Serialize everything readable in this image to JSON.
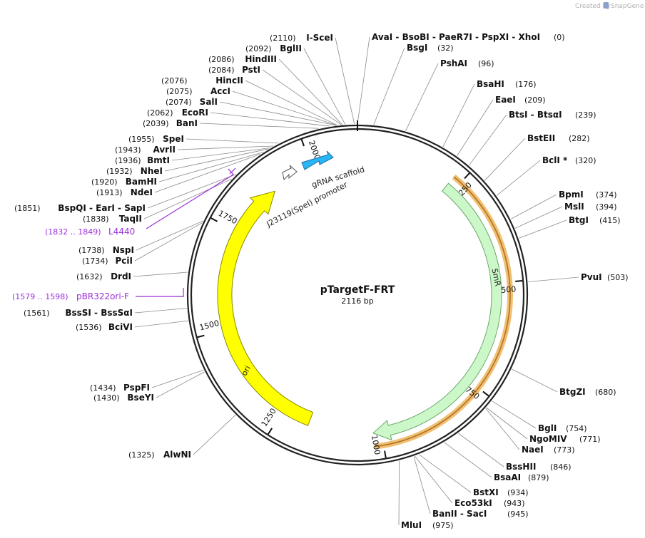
{
  "credit": {
    "prefix": "Created by",
    "brand": "SnapGene"
  },
  "plasmid": {
    "name": "pTargetF-FRT",
    "size_label": "2116 bp",
    "length": 2116
  },
  "ticks": [
    {
      "pos": 250,
      "label": "250"
    },
    {
      "pos": 500,
      "label": "500"
    },
    {
      "pos": 750,
      "label": "750"
    },
    {
      "pos": 1000,
      "label": "1000"
    },
    {
      "pos": 1250,
      "label": "1250"
    },
    {
      "pos": 1500,
      "label": "1500"
    },
    {
      "pos": 1750,
      "label": "1750"
    },
    {
      "pos": 2000,
      "label": "2000"
    }
  ],
  "features": [
    {
      "name": "SmR",
      "start": 230,
      "end": 1020,
      "direction": "cw",
      "color": "#ccf7c9",
      "stroke": "#6aa86a",
      "label": "SmR"
    },
    {
      "name": "ori",
      "start": 1180,
      "end": 1890,
      "direction": "cw",
      "color": "#ffff00",
      "stroke": "#8a8a00",
      "label": "ori"
    },
    {
      "name": "gRNA scaffold",
      "start": 2060,
      "end": 2112,
      "direction": "cw",
      "color": "#29b6f6",
      "stroke": "#1a6fa0",
      "label": "gRNA scaffold"
    },
    {
      "name": "J23119(SpeI) promoter",
      "start": 1990,
      "end": 2026,
      "direction": "cw",
      "color": "#ffffff",
      "stroke": "#555555",
      "label": "J23119(SpeI) promoter"
    }
  ],
  "highlight": {
    "start": 230,
    "end": 1020,
    "color": "#f0c070"
  },
  "primers": [
    {
      "name": "L4440",
      "range": "(1832 .. 1849)",
      "pos": 1840
    },
    {
      "name": "pBR322ori-F",
      "range": "(1579 .. 1598)",
      "pos": 1588
    }
  ],
  "sites": [
    {
      "pos": 0,
      "labels": [
        "AvaI",
        "BsoBI",
        "PaeR7I",
        "PspXI",
        "XhoI"
      ],
      "num": "(0)"
    },
    {
      "pos": 32,
      "labels": [
        "BsgI"
      ],
      "num": "(32)"
    },
    {
      "pos": 96,
      "labels": [
        "PshAI"
      ],
      "num": "(96)"
    },
    {
      "pos": 176,
      "labels": [
        "BsaHI"
      ],
      "num": "(176)"
    },
    {
      "pos": 209,
      "labels": [
        "EaeI"
      ],
      "num": "(209)"
    },
    {
      "pos": 239,
      "labels": [
        "BtsI",
        "BtsαI"
      ],
      "num": "(239)"
    },
    {
      "pos": 282,
      "labels": [
        "BstEII"
      ],
      "num": "(282)"
    },
    {
      "pos": 320,
      "labels": [
        "BclI *"
      ],
      "num": "(320)"
    },
    {
      "pos": 374,
      "labels": [
        "BpmI"
      ],
      "num": "(374)"
    },
    {
      "pos": 394,
      "labels": [
        "MslI"
      ],
      "num": "(394)"
    },
    {
      "pos": 415,
      "labels": [
        "BtgI"
      ],
      "num": "(415)"
    },
    {
      "pos": 503,
      "labels": [
        "PvuI"
      ],
      "num": "(503)"
    },
    {
      "pos": 680,
      "labels": [
        "BtgZI"
      ],
      "num": "(680)"
    },
    {
      "pos": 754,
      "labels": [
        "BglI"
      ],
      "num": "(754)"
    },
    {
      "pos": 771,
      "labels": [
        "NgoMIV"
      ],
      "num": "(771)"
    },
    {
      "pos": 773,
      "labels": [
        "NaeI"
      ],
      "num": "(773)"
    },
    {
      "pos": 846,
      "labels": [
        "BssHII"
      ],
      "num": "(846)"
    },
    {
      "pos": 879,
      "labels": [
        "BsaAI"
      ],
      "num": "(879)"
    },
    {
      "pos": 934,
      "labels": [
        "BstXI"
      ],
      "num": "(934)"
    },
    {
      "pos": 943,
      "labels": [
        "Eco53kI"
      ],
      "num": "(943)"
    },
    {
      "pos": 945,
      "labels": [
        "BanII",
        "SacI"
      ],
      "num": "(945)"
    },
    {
      "pos": 975,
      "labels": [
        "MluI"
      ],
      "num": "(975)"
    },
    {
      "pos": 1325,
      "labels": [
        "AlwNI"
      ],
      "num": "(1325)"
    },
    {
      "pos": 1430,
      "labels": [
        "BseYI"
      ],
      "num": "(1430)"
    },
    {
      "pos": 1434,
      "labels": [
        "PspFI"
      ],
      "num": "(1434)"
    },
    {
      "pos": 1536,
      "labels": [
        "BciVI"
      ],
      "num": "(1536)"
    },
    {
      "pos": 1561,
      "labels": [
        "BssSI",
        "BssSαI"
      ],
      "num": "(1561)"
    },
    {
      "pos": 1632,
      "labels": [
        "DrdI"
      ],
      "num": "(1632)"
    },
    {
      "pos": 1734,
      "labels": [
        "PciI"
      ],
      "num": "(1734)"
    },
    {
      "pos": 1738,
      "labels": [
        "NspI"
      ],
      "num": "(1738)"
    },
    {
      "pos": 1838,
      "labels": [
        "TaqII"
      ],
      "num": "(1838)"
    },
    {
      "pos": 1851,
      "labels": [
        "BspQI",
        "EarI",
        "SapI"
      ],
      "num": "(1851)"
    },
    {
      "pos": 1913,
      "labels": [
        "NdeI"
      ],
      "num": "(1913)"
    },
    {
      "pos": 1920,
      "labels": [
        "BamHI"
      ],
      "num": "(1920)"
    },
    {
      "pos": 1932,
      "labels": [
        "NheI"
      ],
      "num": "(1932)"
    },
    {
      "pos": 1936,
      "labels": [
        "BmtI"
      ],
      "num": "(1936)"
    },
    {
      "pos": 1943,
      "labels": [
        "AvrII"
      ],
      "num": "(1943)"
    },
    {
      "pos": 1955,
      "labels": [
        "SpeI"
      ],
      "num": "(1955)"
    },
    {
      "pos": 2039,
      "labels": [
        "BanI"
      ],
      "num": "(2039)"
    },
    {
      "pos": 2062,
      "labels": [
        "EcoRI"
      ],
      "num": "(2062)"
    },
    {
      "pos": 2074,
      "labels": [
        "SalI"
      ],
      "num": "(2074)"
    },
    {
      "pos": 2075,
      "labels": [
        "AccI"
      ],
      "num": "(2075)"
    },
    {
      "pos": 2076,
      "labels": [
        "HincII"
      ],
      "num": "(2076)"
    },
    {
      "pos": 2084,
      "labels": [
        "PstI"
      ],
      "num": "(2084)"
    },
    {
      "pos": 2086,
      "labels": [
        "HindIII"
      ],
      "num": "(2086)"
    },
    {
      "pos": 2092,
      "labels": [
        "BglII"
      ],
      "num": "(2092)"
    },
    {
      "pos": 2110,
      "labels": [
        "I-SceI"
      ],
      "num": "(2110)"
    }
  ]
}
